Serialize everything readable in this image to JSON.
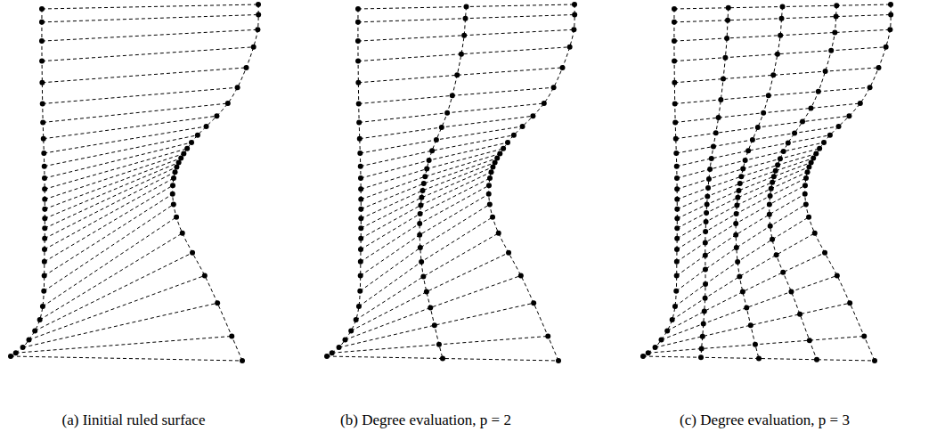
{
  "diagram": {
    "labels": [
      "(a) Iinitial ruled surface",
      "(b) Degree evaluation, p = 2",
      "(c) Degree evaluation, p = 3"
    ]
  }
}
